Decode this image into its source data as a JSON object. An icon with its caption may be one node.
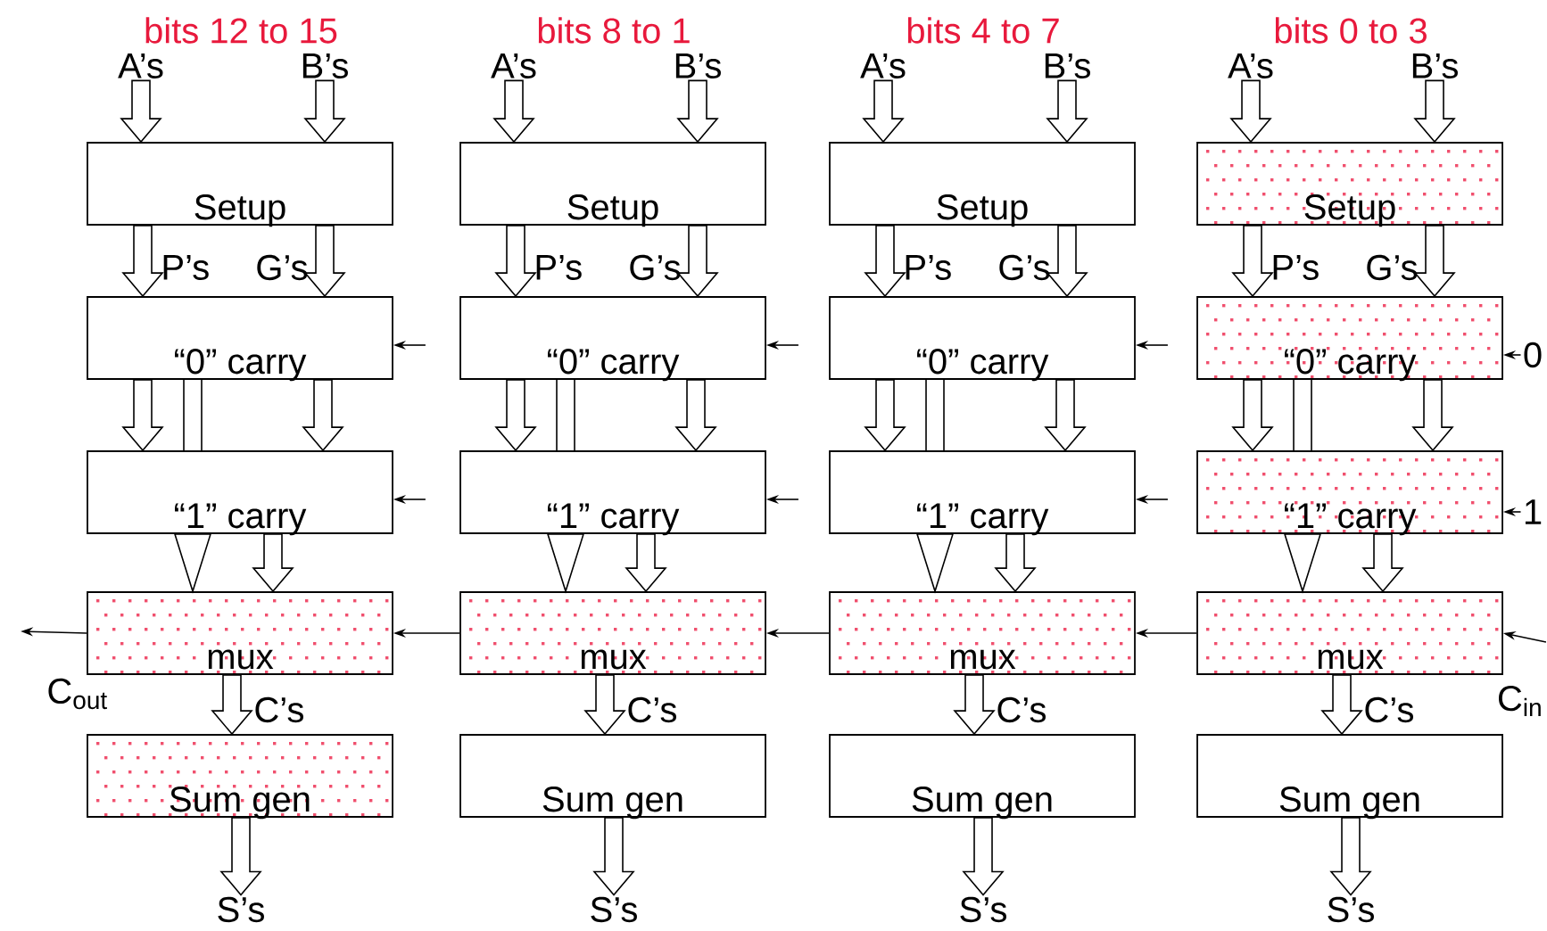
{
  "diagram": {
    "nodes": [
      {
        "text": [
          "A’s"
        ]
      },
      {
        "text": [
          "B’s"
        ]
      },
      {
        "text": [
          "Setup"
        ]
      },
      {
        "text": [
          "“0” carry"
        ]
      },
      {
        "text": [
          "“1” carry"
        ]
      },
      {
        "text": [
          "mux"
        ]
      },
      {
        "text": [
          "Sum gen"
        ]
      },
      {
        "text": [
          "S’s"
        ]
      },
      {
        "text": [
          "A’s"
        ]
      },
      {
        "text": [
          "B’s"
        ]
      },
      {
        "text": [
          "Setup"
        ]
      },
      {
        "text": [
          "“0” carry"
        ]
      },
      {
        "text": [
          "“1” carry"
        ]
      },
      {
        "text": [
          "mux"
        ]
      },
      {
        "text": [
          "Sum gen"
        ]
      },
      {
        "text": [
          "S’s"
        ]
      },
      {
        "text": [
          "A’s"
        ]
      },
      {
        "text": [
          "B’s"
        ]
      },
      {
        "text": [
          "Setup"
        ]
      },
      {
        "text": [
          "“0” carry"
        ]
      },
      {
        "text": [
          "“1” carry"
        ]
      },
      {
        "text": [
          "mux"
        ]
      },
      {
        "text": [
          "Sum gen"
        ]
      },
      {
        "text": [
          "S’s"
        ]
      },
      {
        "text": [
          "A’s"
        ]
      },
      {
        "text": [
          "B’s"
        ]
      },
      {
        "text": [
          "Setup"
        ]
      },
      {
        "text": [
          "“0” carry"
        ]
      },
      {
        "text": [
          "“1” carry"
        ]
      },
      {
        "text": [
          "mux"
        ]
      },
      {
        "text": [
          "Sum gen"
        ]
      },
      {
        "text": [
          "S’s"
        ]
      },
      {
        "text": [
          "0"
        ]
      },
      {
        "text": [
          "1"
        ]
      }
    ],
    "edges": [
      {
        "from": 0,
        "to": 2,
        "arrow": "to"
      },
      {
        "from": 1,
        "to": 2,
        "arrow": "to"
      },
      {
        "from": 2,
        "to": 3,
        "arrow": "to",
        "label": "P’s"
      },
      {
        "from": 2,
        "to": 3,
        "arrow": "to",
        "label": "G’s"
      },
      {
        "from": 3,
        "to": 4,
        "arrow": "to"
      },
      {
        "from": 3,
        "to": 4,
        "arrow": "none"
      },
      {
        "from": 3,
        "to": 4,
        "arrow": "to"
      },
      {
        "from": 4,
        "to": 5,
        "arrow": "to"
      },
      {
        "from": 4,
        "to": 5,
        "arrow": "to"
      },
      {
        "from": 5,
        "to": 6,
        "arrow": "to",
        "label": "C’s"
      },
      {
        "from": 6,
        "to": 7,
        "arrow": "to"
      },
      {
        "from": null,
        "to": 3,
        "arrow": "to"
      },
      {
        "from": null,
        "to": 4,
        "arrow": "to"
      },
      {
        "from": 8,
        "to": 10,
        "arrow": "to"
      },
      {
        "from": 9,
        "to": 10,
        "arrow": "to"
      },
      {
        "from": 10,
        "to": 11,
        "arrow": "to",
        "label": "P’s"
      },
      {
        "from": 10,
        "to": 11,
        "arrow": "to",
        "label": "G’s"
      },
      {
        "from": 11,
        "to": 12,
        "arrow": "to"
      },
      {
        "from": 11,
        "to": 12,
        "arrow": "none"
      },
      {
        "from": 11,
        "to": 12,
        "arrow": "to"
      },
      {
        "from": 12,
        "to": 13,
        "arrow": "to"
      },
      {
        "from": 12,
        "to": 13,
        "arrow": "to"
      },
      {
        "from": 13,
        "to": 14,
        "arrow": "to",
        "label": "C’s"
      },
      {
        "from": 14,
        "to": 15,
        "arrow": "to"
      },
      {
        "from": null,
        "to": 11,
        "arrow": "to"
      },
      {
        "from": null,
        "to": 12,
        "arrow": "to"
      },
      {
        "from": 16,
        "to": 18,
        "arrow": "to"
      },
      {
        "from": 17,
        "to": 18,
        "arrow": "to"
      },
      {
        "from": 18,
        "to": 19,
        "arrow": "to",
        "label": "P’s"
      },
      {
        "from": 18,
        "to": 19,
        "arrow": "to",
        "label": "G’s"
      },
      {
        "from": 19,
        "to": 20,
        "arrow": "to"
      },
      {
        "from": 19,
        "to": 20,
        "arrow": "none"
      },
      {
        "from": 19,
        "to": 20,
        "arrow": "to"
      },
      {
        "from": 20,
        "to": 21,
        "arrow": "to"
      },
      {
        "from": 20,
        "to": 21,
        "arrow": "to"
      },
      {
        "from": 21,
        "to": 22,
        "arrow": "to",
        "label": "C’s"
      },
      {
        "from": 22,
        "to": 23,
        "arrow": "to"
      },
      {
        "from": null,
        "to": 19,
        "arrow": "to"
      },
      {
        "from": null,
        "to": 20,
        "arrow": "to"
      },
      {
        "from": 24,
        "to": 26,
        "arrow": "to"
      },
      {
        "from": 25,
        "to": 26,
        "arrow": "to"
      },
      {
        "from": 26,
        "to": 27,
        "arrow": "to",
        "label": "P’s"
      },
      {
        "from": 26,
        "to": 27,
        "arrow": "to",
        "label": "G’s"
      },
      {
        "from": 27,
        "to": 28,
        "arrow": "to"
      },
      {
        "from": 27,
        "to": 28,
        "arrow": "none"
      },
      {
        "from": 27,
        "to": 28,
        "arrow": "to"
      },
      {
        "from": 28,
        "to": 29,
        "arrow": "to"
      },
      {
        "from": 28,
        "to": 29,
        "arrow": "to"
      },
      {
        "from": 29,
        "to": 30,
        "arrow": "to",
        "label": "C’s"
      },
      {
        "from": 30,
        "to": 31,
        "arrow": "to"
      },
      {
        "from": 32,
        "to": 27,
        "arrow": "to"
      },
      {
        "from": 33,
        "to": 28,
        "arrow": "to"
      },
      {
        "from": 29,
        "to": 21,
        "arrow": "to"
      },
      {
        "from": 21,
        "to": 13,
        "arrow": "to"
      },
      {
        "from": 13,
        "to": 5,
        "arrow": "to"
      },
      {
        "from": 5,
        "to": null,
        "arrow": "to"
      },
      {
        "from": null,
        "to": 29,
        "arrow": "to"
      }
    ],
    "labels": [
      "bits 12 to 15",
      "bits 8 to 1",
      "bits 4 to 7",
      "bits 0 to 3",
      "C$_{out}$",
      "C$_{in}$"
    ]
  }
}
